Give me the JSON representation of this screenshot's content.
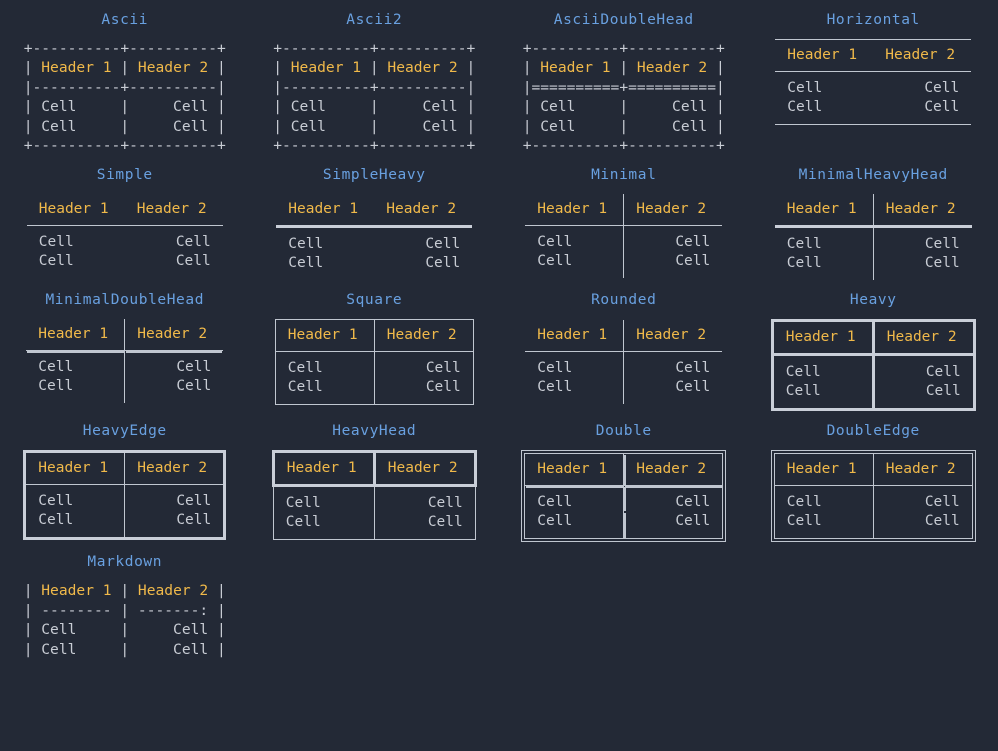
{
  "theme": {
    "background": "#232936",
    "title_color": "#69a0e0",
    "header_color": "#f0b94a",
    "cell_color": "#c8ccd4",
    "line_color": "#c0c6d0",
    "heavy_line_color": "#c9ced8"
  },
  "labels": {
    "header1": "Header 1",
    "header2": "Header 2",
    "cell": "Cell"
  },
  "tables": [
    {
      "id": "ascii",
      "title": "Ascii",
      "kind": "ascii",
      "lines": [
        "+----------+----------+",
        "| §Header 1§ | §Header 2§ |",
        "|----------+----------|",
        "| Cell     |     Cell |",
        "| Cell     |     Cell |",
        "+----------+----------+"
      ]
    },
    {
      "id": "ascii2",
      "title": "Ascii2",
      "kind": "ascii",
      "lines": [
        "+----------+----------+",
        "| §Header 1§ | §Header 2§ |",
        "|----------+----------|",
        "| Cell     |     Cell |",
        "| Cell     |     Cell |",
        "+----------+----------+"
      ]
    },
    {
      "id": "ascii-double-head",
      "title": "AsciiDoubleHead",
      "kind": "ascii",
      "lines": [
        "+----------+----------+",
        "| §Header 1§ | §Header 2§ |",
        "|==========+==========|",
        "| Cell     |     Cell |",
        "| Cell     |     Cell |",
        "+----------+----------+"
      ]
    },
    {
      "id": "horizontal",
      "title": "Horizontal",
      "kind": "box",
      "style": "horizontal"
    },
    {
      "id": "simple",
      "title": "Simple",
      "kind": "box",
      "style": "simple"
    },
    {
      "id": "simple-heavy",
      "title": "SimpleHeavy",
      "kind": "box",
      "style": "simple-heavy"
    },
    {
      "id": "minimal",
      "title": "Minimal",
      "kind": "box",
      "style": "minimal"
    },
    {
      "id": "minimal-heavy-head",
      "title": "MinimalHeavyHead",
      "kind": "box",
      "style": "minimal-heavy-head"
    },
    {
      "id": "minimal-double-head",
      "title": "MinimalDoubleHead",
      "kind": "box",
      "style": "minimal-double-head"
    },
    {
      "id": "square",
      "title": "Square",
      "kind": "box",
      "style": "square"
    },
    {
      "id": "rounded",
      "title": "Rounded",
      "kind": "box",
      "style": "rounded"
    },
    {
      "id": "heavy",
      "title": "Heavy",
      "kind": "box",
      "style": "heavy"
    },
    {
      "id": "heavy-edge",
      "title": "HeavyEdge",
      "kind": "box",
      "style": "heavy-edge"
    },
    {
      "id": "heavy-head",
      "title": "HeavyHead",
      "kind": "box",
      "style": "heavy-head"
    },
    {
      "id": "double",
      "title": "Double",
      "kind": "box",
      "style": "double"
    },
    {
      "id": "double-edge",
      "title": "DoubleEdge",
      "kind": "box",
      "style": "double-edge"
    },
    {
      "id": "markdown",
      "title": "Markdown",
      "kind": "ascii",
      "lines": [
        "| §Header 1§ | §Header 2§ |",
        "| -------- | -------: |",
        "| Cell     |     Cell |",
        "| Cell     |     Cell |"
      ]
    }
  ]
}
